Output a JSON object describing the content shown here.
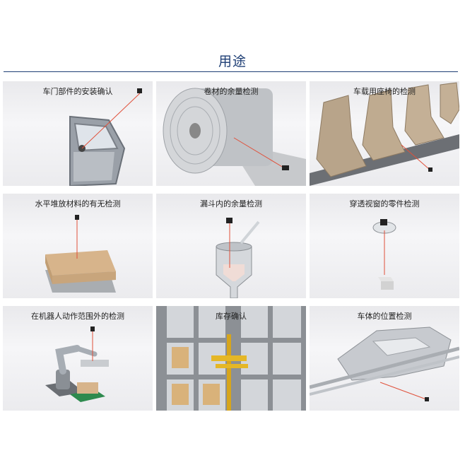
{
  "page": {
    "title": "用途"
  },
  "applications": [
    {
      "label": "车门部件的安装确认"
    },
    {
      "label": "卷材的余量检测"
    },
    {
      "label": "车载用座椅的检测"
    },
    {
      "label": "水平堆放材料的有无检测"
    },
    {
      "label": "漏斗内的余量检测"
    },
    {
      "label": "穿透视窗的零件检测"
    },
    {
      "label": "在机器人动作范围外的检测"
    },
    {
      "label": "库存确认"
    },
    {
      "label": "车体的位置检测"
    }
  ],
  "colors": {
    "title": "#1f3f75",
    "beam": "#e0503a",
    "card_bg": "#eeeef1"
  }
}
